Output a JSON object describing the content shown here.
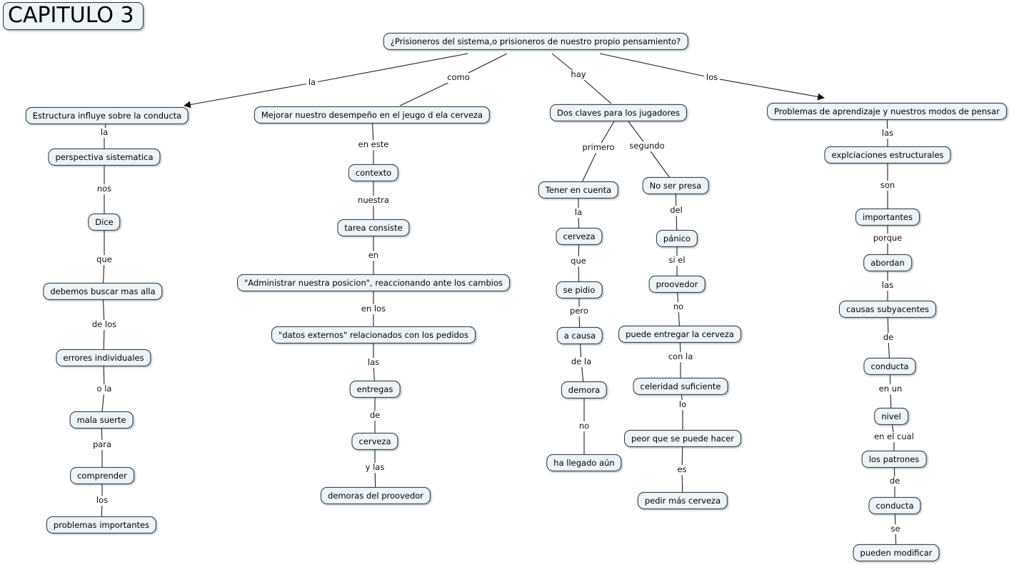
{
  "title": "CAPITULO 3",
  "root": "¿Prisioneros del sistema,o prisioneros de nuestro propio pensamiento?",
  "b1": {
    "link_label": "la",
    "header": "Estructura influye sobre la conducta",
    "items": [
      "la",
      "perspectiva sistematica",
      "nos",
      "Dice",
      "que",
      "debemos buscar mas alla",
      "de los",
      "errores individuales",
      "o la",
      "mala suerte",
      "para",
      "comprender",
      "los",
      "problemas importantes"
    ]
  },
  "b2": {
    "link_label": "como",
    "header": "Mejorar nuestro desempeño en el jeugo d ela cerveza",
    "items": [
      "en este",
      "contexto",
      "nuestra",
      "tarea consiste",
      "en",
      "\"Administrar nuestra posicion\", reaccionando ante los cambios",
      "en los",
      "\"datos externos\" relacionados con los pedidos",
      "las",
      "entregas",
      "de",
      "cerveza",
      "y las",
      "demoras del proovedor"
    ]
  },
  "b3": {
    "link_label": "hay",
    "header": "Dos claves para los jugadores",
    "left": {
      "link_label": "primero",
      "items": [
        "Tener en cuenta",
        "la",
        "cerveza",
        "que",
        "se pidio",
        "pero",
        "a causa",
        "de la",
        "demora",
        "no",
        "ha llegado aún"
      ]
    },
    "right": {
      "link_label": "segundo",
      "items": [
        "No ser presa",
        "del",
        "pánico",
        "si el",
        "proovedor",
        "no",
        "puede entregar la cerveza",
        "con la",
        "celeridad suficiente",
        "lo",
        "peor que se puede hacer",
        "es",
        "pedir más cerveza"
      ]
    }
  },
  "b4": {
    "link_label": "los",
    "header": "Problemas de aprendizaje y nuestros modos de pensar",
    "items": [
      "las",
      "explciaciones estructurales",
      "son",
      "importantes",
      "porque",
      "abordan",
      "las",
      "causas subyacentes",
      "de",
      "conducta",
      "en un",
      "nivel",
      "en el cual",
      "los patrones",
      "de",
      "conducta",
      "se",
      "pueden modificar"
    ]
  },
  "colors": {
    "node_fill": "#edf3f6",
    "node_border": "#24333b",
    "line": "#222222",
    "background": "#ffffff"
  }
}
